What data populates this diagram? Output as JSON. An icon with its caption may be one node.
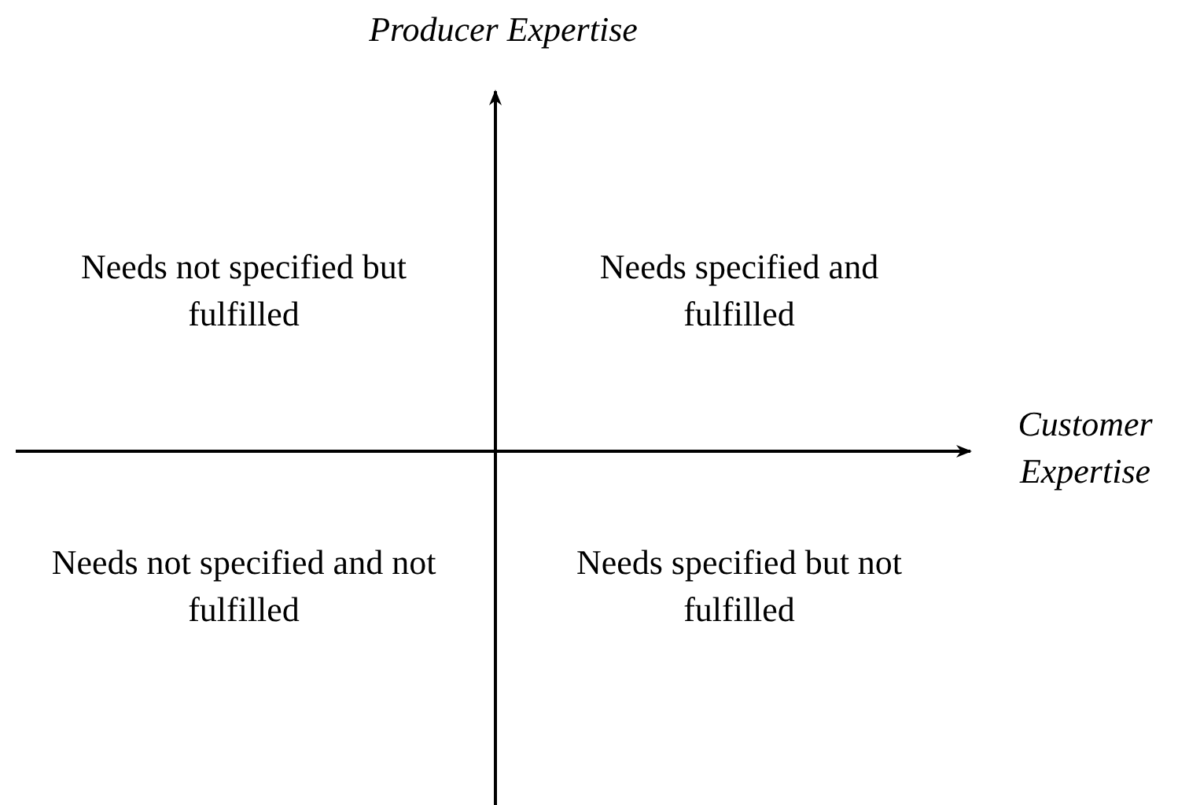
{
  "diagram": {
    "labels": [
      "Producer Expertise",
      "Needs not specified but fulfilled",
      "Needs specified and fulfilled",
      "Customer Expertise",
      "Needs not specified and not fulfilled",
      "Needs specified but not fulfilled"
    ]
  }
}
